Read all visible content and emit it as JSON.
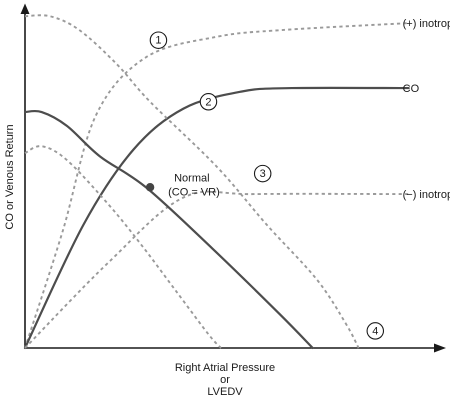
{
  "chart_data": {
    "type": "line",
    "title": "",
    "xlabel_lines": [
      "Right Atrial Pressure",
      "or",
      "LVEDV"
    ],
    "ylabel": "CO or Venous Return",
    "series": [
      {
        "name": "(+) inotropy",
        "style": "dotted",
        "color": "#9a9a9a",
        "points": [
          [
            0,
            0
          ],
          [
            0.09,
            0.34
          ],
          [
            0.17,
            0.68
          ],
          [
            0.29,
            0.85
          ],
          [
            0.46,
            0.91
          ],
          [
            0.62,
            0.93
          ],
          [
            0.92,
            0.95
          ]
        ]
      },
      {
        "name": "CO",
        "style": "solid",
        "color": "#4d4d4d",
        "points": [
          [
            0,
            0
          ],
          [
            0.14,
            0.36
          ],
          [
            0.26,
            0.58
          ],
          [
            0.38,
            0.7
          ],
          [
            0.52,
            0.75
          ],
          [
            0.64,
            0.76
          ],
          [
            0.92,
            0.76
          ]
        ]
      },
      {
        "name": "(−) inotropy",
        "style": "dotted",
        "color": "#9a9a9a",
        "points": [
          [
            0,
            0
          ],
          [
            0.2,
            0.25
          ],
          [
            0.38,
            0.44
          ],
          [
            0.55,
            0.45
          ],
          [
            0.92,
            0.45
          ]
        ]
      },
      {
        "name": "",
        "style": "solid",
        "color": "#4d4d4d",
        "points": [
          [
            0,
            0.69
          ],
          [
            0.04,
            0.69
          ],
          [
            0.1,
            0.65
          ],
          [
            0.18,
            0.56
          ],
          [
            0.29,
            0.47
          ],
          [
            0.45,
            0.29
          ],
          [
            0.61,
            0.1
          ],
          [
            0.69,
            0
          ]
        ]
      },
      {
        "name": "",
        "style": "dotted",
        "color": "#9a9a9a",
        "points": [
          [
            0,
            0.97
          ],
          [
            0.06,
            0.97
          ],
          [
            0.13,
            0.93
          ],
          [
            0.22,
            0.83
          ],
          [
            0.3,
            0.72
          ],
          [
            0.46,
            0.53
          ],
          [
            0.58,
            0.36
          ],
          [
            0.7,
            0.2
          ],
          [
            0.77,
            0.07
          ],
          [
            0.8,
            0
          ]
        ]
      },
      {
        "name": "",
        "style": "dotted",
        "color": "#9a9a9a",
        "points": [
          [
            0,
            0.57
          ],
          [
            0.04,
            0.59
          ],
          [
            0.1,
            0.55
          ],
          [
            0.2,
            0.42
          ],
          [
            0.28,
            0.3
          ],
          [
            0.36,
            0.17
          ],
          [
            0.44,
            0.04
          ],
          [
            0.47,
            0
          ]
        ]
      }
    ],
    "points": [
      {
        "label_lines": [
          "Normal",
          "(CO = VR)"
        ],
        "x": 0.3,
        "y": 0.47
      }
    ],
    "circled_labels": [
      {
        "text": "1",
        "x": 0.32,
        "y": 0.9
      },
      {
        "text": "2",
        "x": 0.44,
        "y": 0.72
      },
      {
        "text": "3",
        "x": 0.57,
        "y": 0.51
      },
      {
        "text": "4",
        "x": 0.84,
        "y": 0.05
      }
    ],
    "xlim": [
      0,
      1
    ],
    "ylim": [
      0,
      1
    ],
    "grid": false,
    "legend": "none"
  }
}
